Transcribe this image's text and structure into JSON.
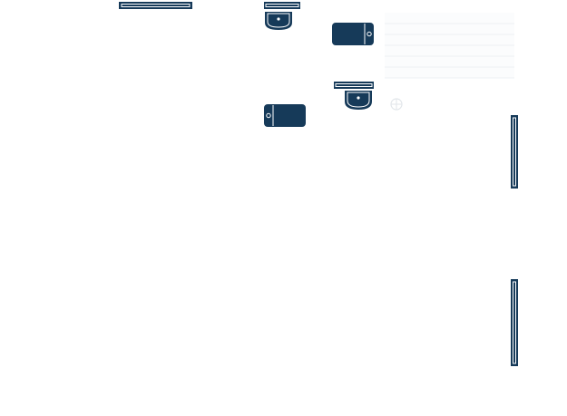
{
  "colors": {
    "fixture_fill": "#163a59",
    "fixture_stroke": "#0f2d47",
    "fixture_detail": "#ffffff",
    "background": "#ffffff",
    "table_line": "#eef1f4",
    "watermark": "#e2e6ea"
  },
  "fixtures": {
    "wall_bars": [
      "horizontal",
      "vertical",
      "vertical"
    ],
    "sinks": 2,
    "toilets": 2
  },
  "decorations": {
    "faint_table_rows": 6,
    "watermark_icon": "faint-compass-icon"
  }
}
